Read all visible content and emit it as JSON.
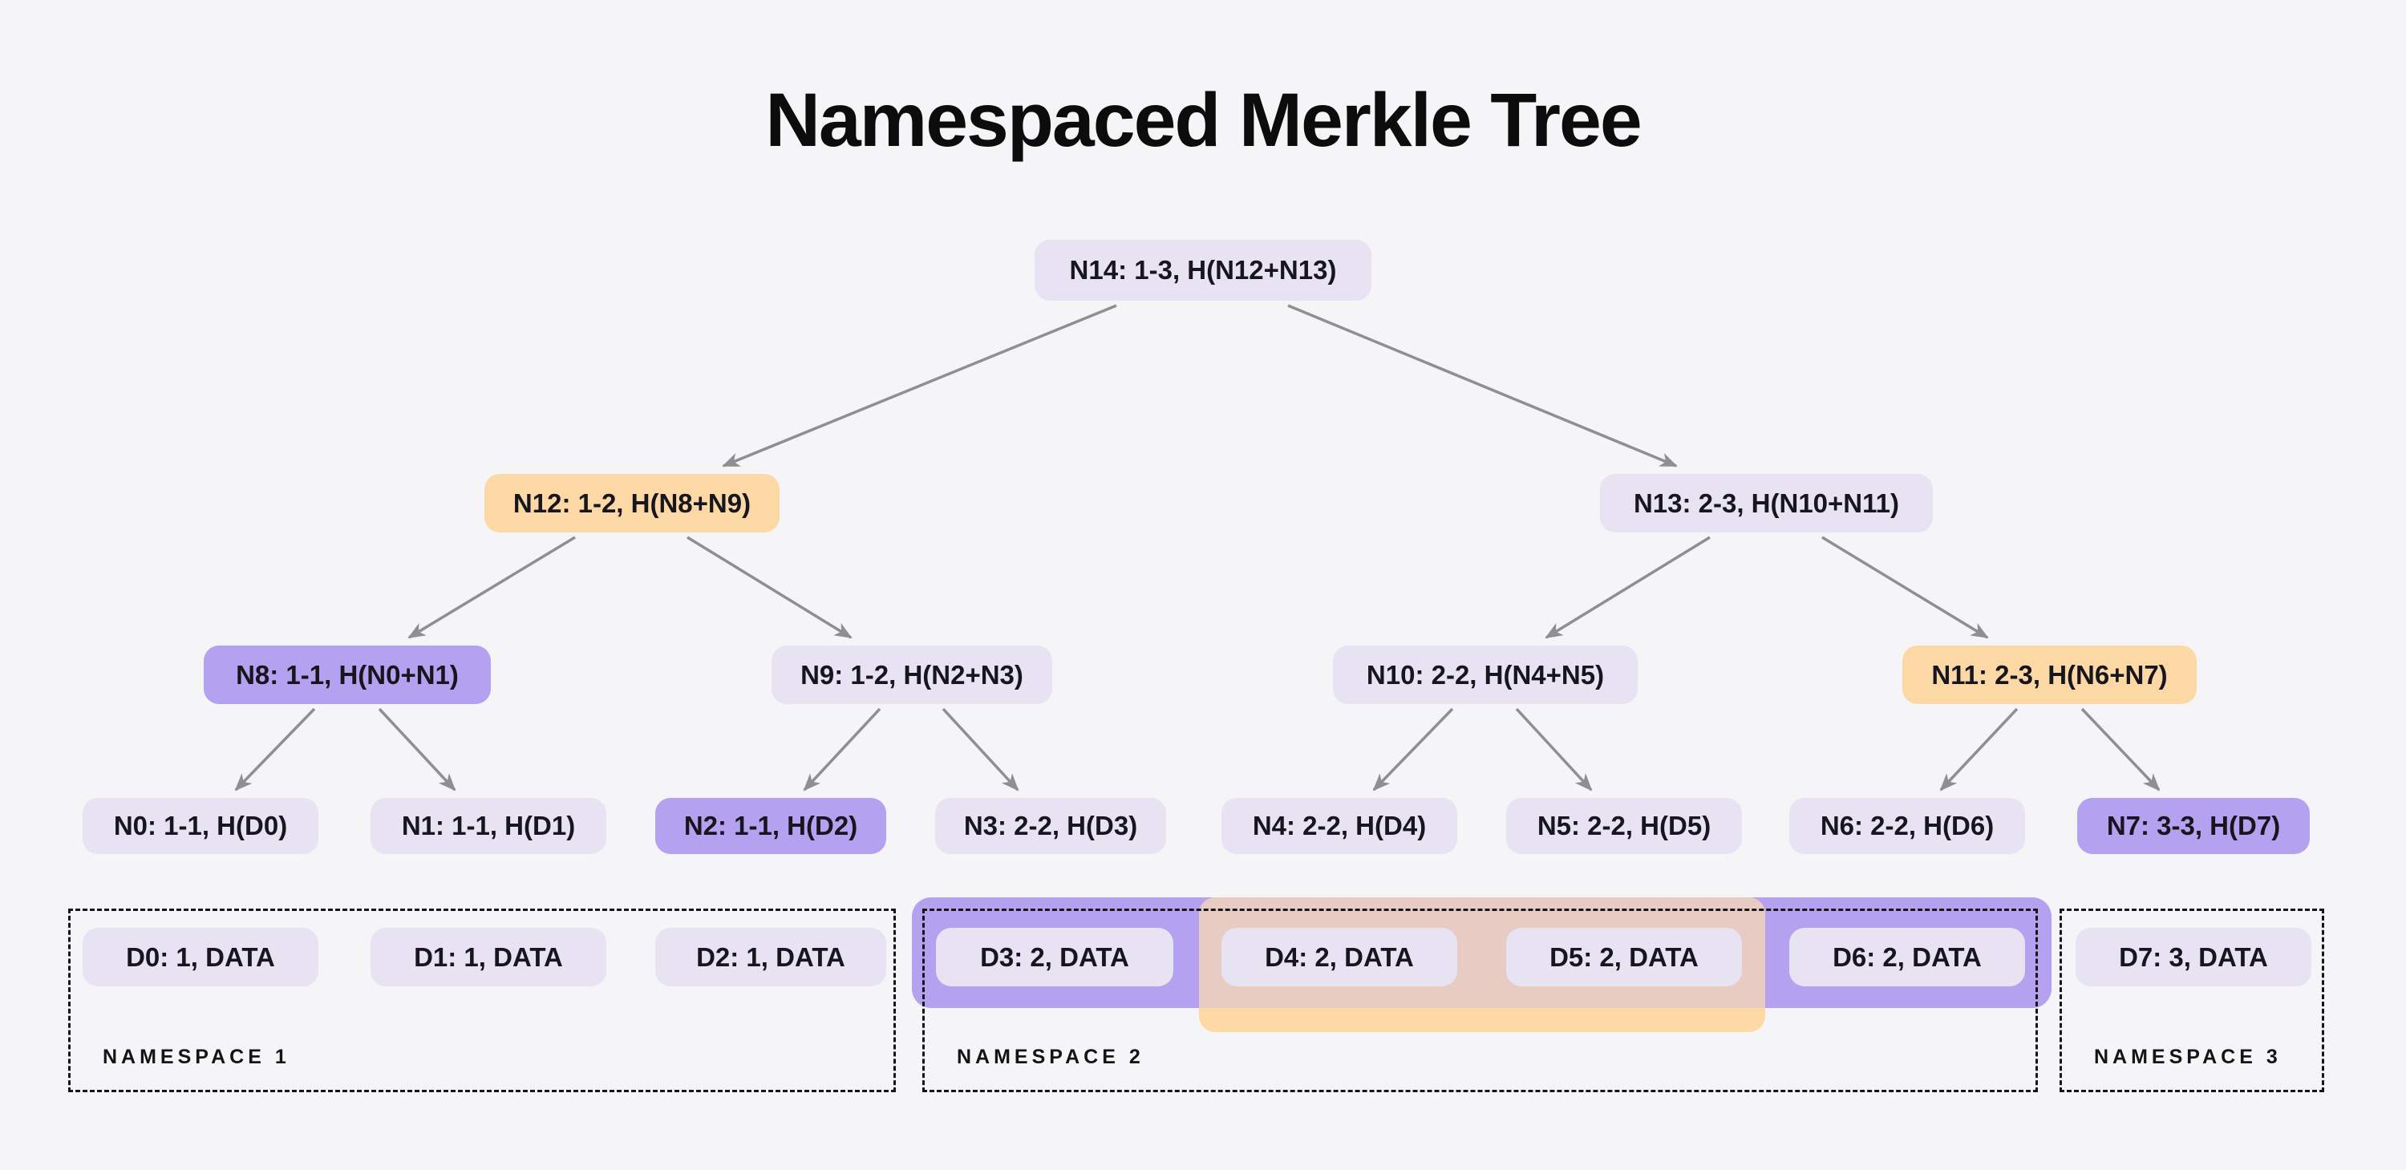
{
  "title": "Namespaced Merkle Tree",
  "nodes": {
    "N14": {
      "label": "N14: 1-3, H(N12+N13)",
      "variant": "lavender"
    },
    "N12": {
      "label": "N12: 1-2, H(N8+N9)",
      "variant": "orange"
    },
    "N13": {
      "label": "N13: 2-3, H(N10+N11)",
      "variant": "lavender"
    },
    "N8": {
      "label": "N8: 1-1, H(N0+N1)",
      "variant": "purple"
    },
    "N9": {
      "label": "N9: 1-2, H(N2+N3)",
      "variant": "lavender"
    },
    "N10": {
      "label": "N10: 2-2, H(N4+N5)",
      "variant": "lavender"
    },
    "N11": {
      "label": "N11: 2-3, H(N6+N7)",
      "variant": "orange"
    },
    "N0": {
      "label": "N0: 1-1, H(D0)",
      "variant": "lavender"
    },
    "N1": {
      "label": "N1: 1-1, H(D1)",
      "variant": "lavender"
    },
    "N2": {
      "label": "N2: 1-1, H(D2)",
      "variant": "purple"
    },
    "N3": {
      "label": "N3: 2-2, H(D3)",
      "variant": "lavender"
    },
    "N4": {
      "label": "N4: 2-2, H(D4)",
      "variant": "lavender"
    },
    "N5": {
      "label": "N5: 2-2, H(D5)",
      "variant": "lavender"
    },
    "N6": {
      "label": "N6: 2-2, H(D6)",
      "variant": "lavender"
    },
    "N7": {
      "label": "N7: 3-3, H(D7)",
      "variant": "purple"
    }
  },
  "data_items": {
    "D0": {
      "label": "D0: 1, DATA"
    },
    "D1": {
      "label": "D1: 1, DATA"
    },
    "D2": {
      "label": "D2: 1, DATA"
    },
    "D3": {
      "label": "D3: 2, DATA"
    },
    "D4": {
      "label": "D4: 2, DATA"
    },
    "D5": {
      "label": "D5: 2, DATA"
    },
    "D6": {
      "label": "D6: 2, DATA"
    },
    "D7": {
      "label": "D7: 3, DATA"
    }
  },
  "namespaces": {
    "ns1": {
      "label": "NAMESPACE 1"
    },
    "ns2": {
      "label": "NAMESPACE 2"
    },
    "ns3": {
      "label": "NAMESPACE 3"
    }
  },
  "edges": [
    "N14-N12",
    "N14-N13",
    "N12-N8",
    "N12-N9",
    "N13-N10",
    "N13-N11",
    "N8-N0",
    "N8-N1",
    "N9-N2",
    "N9-N3",
    "N10-N4",
    "N10-N5",
    "N11-N6",
    "N11-N7"
  ],
  "colors": {
    "background": "#f5f4f6",
    "node_default": "#e7e3f3",
    "node_purple": "#b4a1ef",
    "node_orange": "#fcd8a5",
    "band_purple": "#b4a1ef",
    "band_overlap_pink": "#e8cbc3",
    "band_orange": "#fdd9a6",
    "arrow": "#8f8e90",
    "text": "#17151d"
  }
}
